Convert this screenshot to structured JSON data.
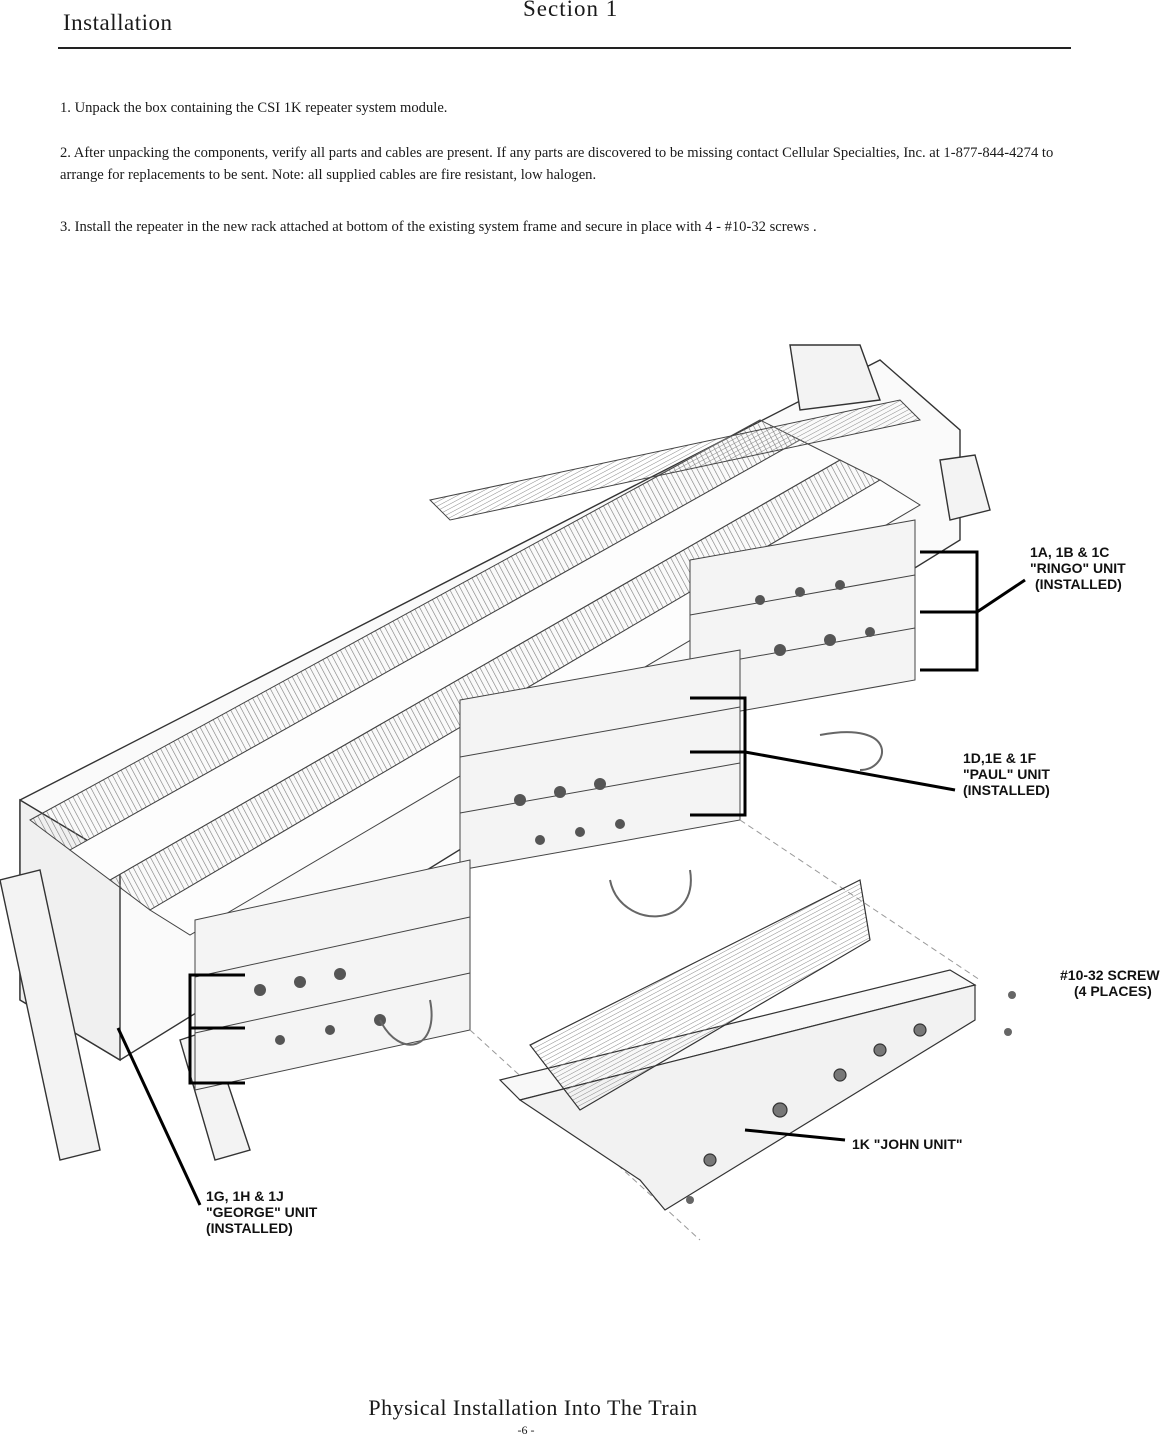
{
  "header": {
    "title": "Installation",
    "section": "Section 1"
  },
  "steps": [
    {
      "text": "1. Unpack the box containing the CSI 1K repeater system module."
    },
    {
      "text": "2. After unpacking the components, verify all parts and cables are present. If any parts are discovered to be missing contact Cellular Specialties, Inc. at 1-877-844-4274 to arrange for replacements to be sent. Note: all supplied cables are fire resistant, low halogen."
    },
    {
      "text": "3. Install the repeater in the new rack attached at bottom of the existing system frame and secure in place with 4 - #10-32 screws ."
    }
  ],
  "figure": {
    "callouts": {
      "ringo": {
        "line1": "1A, 1B & 1C",
        "line2": "\"RINGO\" UNIT",
        "line3": "(INSTALLED)"
      },
      "paul": {
        "line1": "1D,1E & 1F",
        "line2": "\"PAUL\" UNIT",
        "line3": "(INSTALLED)"
      },
      "screw": {
        "line1": "#10-32 SCREW",
        "line2": "(4 PLACES)"
      },
      "john": {
        "line1": "1K \"JOHN UNIT\""
      },
      "george": {
        "line1": "1G, 1H & 1J",
        "line2": "\"GEORGE\" UNIT",
        "line3": "(INSTALLED)"
      }
    }
  },
  "footer": {
    "caption": "Physical Installation Into The Train",
    "page": "-6 -"
  }
}
